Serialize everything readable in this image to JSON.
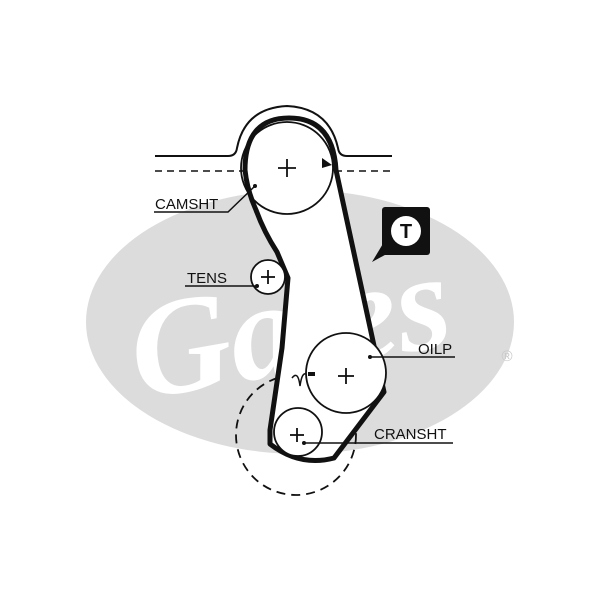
{
  "watermark": {
    "brand": "Gates",
    "mark": "®",
    "color": "#dcdcdc"
  },
  "badge": {
    "letter": "T",
    "bg": "#111111",
    "fg": "#ffffff"
  },
  "labels": {
    "camshaft": "CAMSHT",
    "tensioner": "TENS",
    "oil_pump": "OILP",
    "crankshaft": "CRANSHT"
  },
  "colors": {
    "line": "#111111",
    "background": "#ffffff"
  }
}
